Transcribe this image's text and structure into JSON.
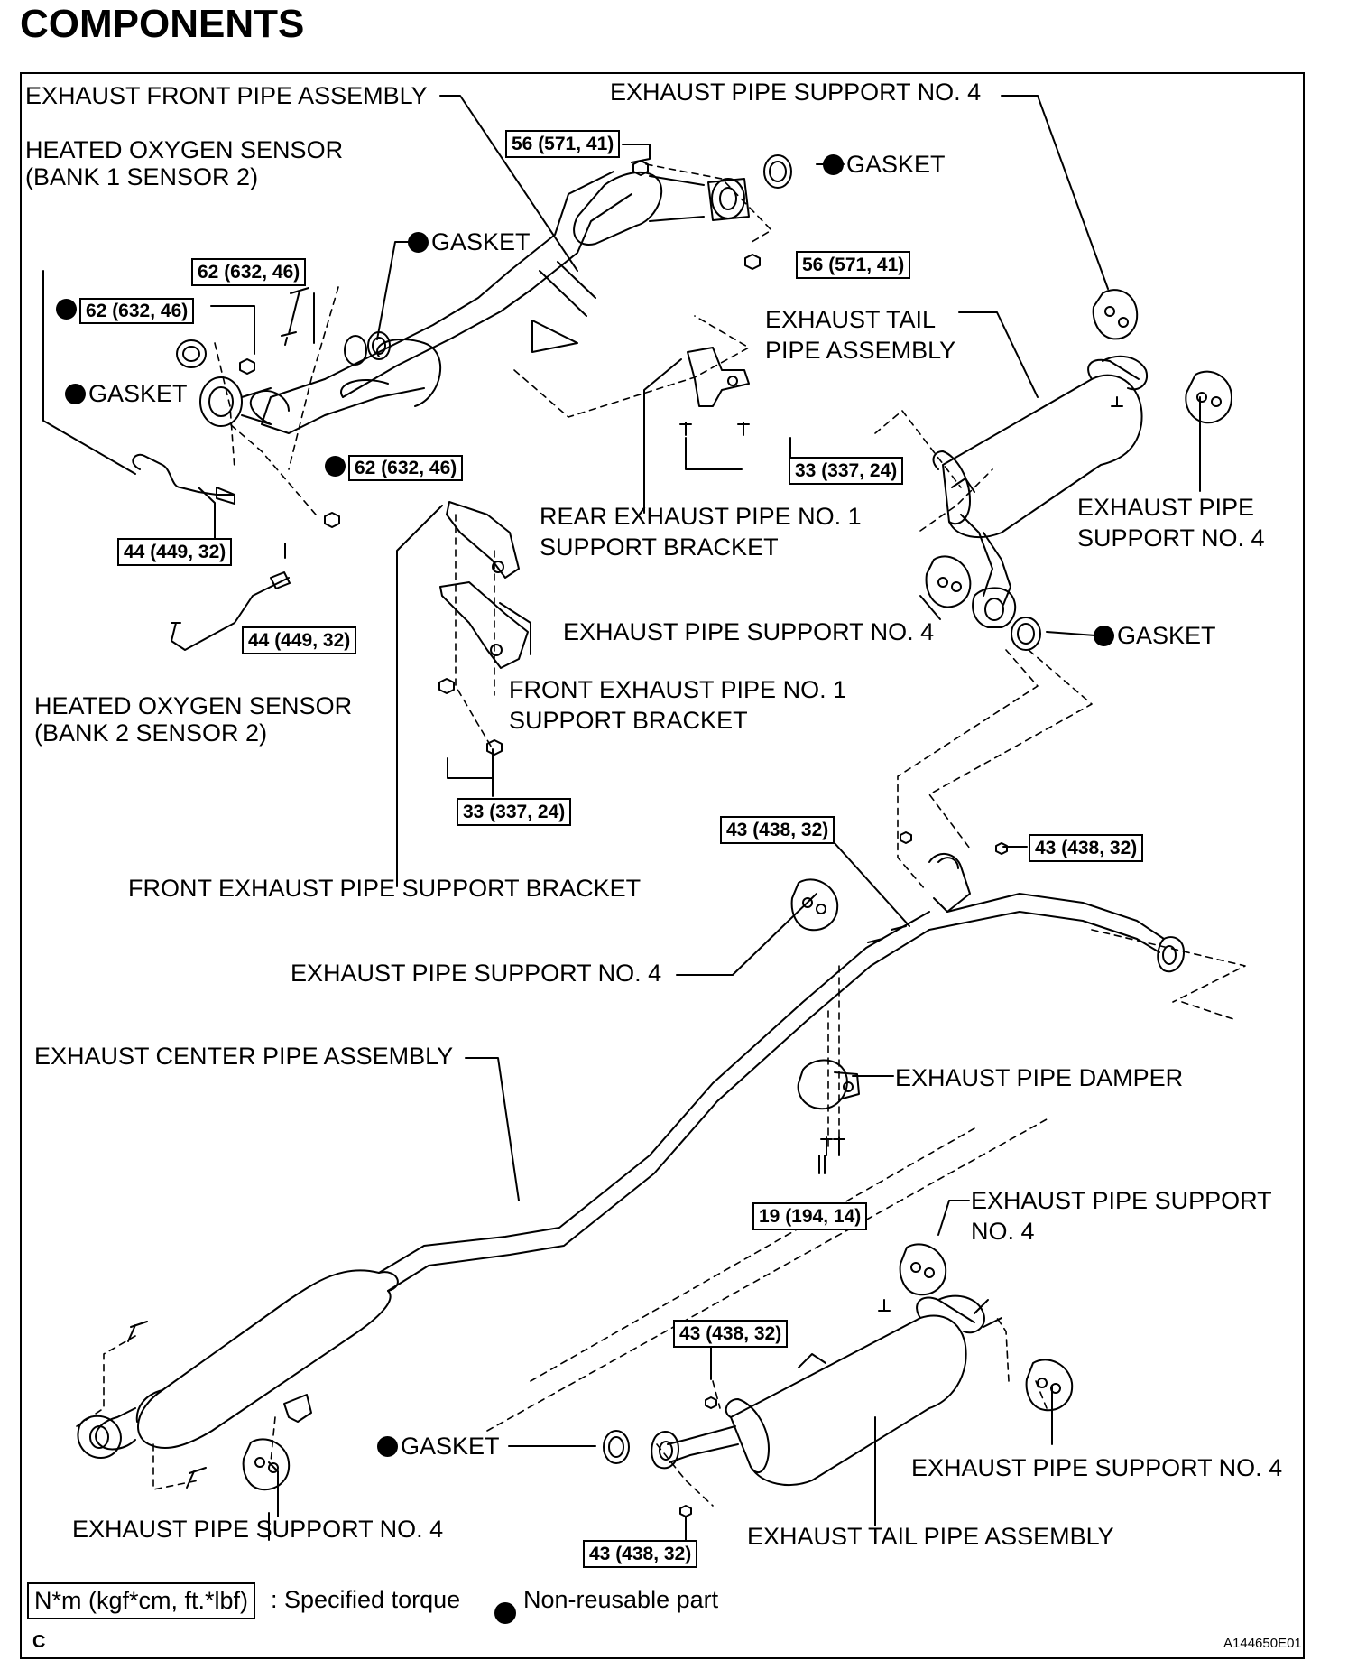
{
  "title": "COMPONENTS",
  "labels": {
    "front_pipe": "EXHAUST FRONT PIPE ASSEMBLY",
    "support4_top": "EXHAUST PIPE SUPPORT NO. 4",
    "ho2s_b1_l1": "HEATED OXYGEN SENSOR",
    "ho2s_b1_l2": "(BANK 1 SENSOR 2)",
    "gasket": "GASKET",
    "tail_pipe_top_l1": "EXHAUST TAIL",
    "tail_pipe_top_l2": "PIPE ASSEMBLY",
    "support4_right_l1": "EXHAUST PIPE",
    "support4_right_l2": "SUPPORT NO. 4",
    "rear_bracket_l1": "REAR EXHAUST PIPE NO. 1",
    "rear_bracket_l2": "SUPPORT BRACKET",
    "support4_mid": "EXHAUST PIPE SUPPORT NO. 4",
    "front_bracket1_l1": "FRONT EXHAUST PIPE NO. 1",
    "front_bracket1_l2": "SUPPORT BRACKET",
    "ho2s_b2_l1": "HEATED OXYGEN SENSOR",
    "ho2s_b2_l2": "(BANK 2 SENSOR 2)",
    "front_bracket": "FRONT EXHAUST PIPE SUPPORT BRACKET",
    "support4_center": "EXHAUST PIPE SUPPORT NO. 4",
    "center_pipe": "EXHAUST CENTER PIPE ASSEMBLY",
    "damper": "EXHAUST PIPE DAMPER",
    "support4_lower_l1": "EXHAUST PIPE SUPPORT",
    "support4_lower_l2": "NO. 4",
    "support4_bottom_right": "EXHAUST PIPE SUPPORT NO. 4",
    "support4_bottom_left": "EXHAUST PIPE SUPPORT NO. 4",
    "tail_pipe_bottom": "EXHAUST TAIL PIPE ASSEMBLY"
  },
  "torques": {
    "t56": "56 (571, 41)",
    "t62": "62 (632, 46)",
    "t44": "44 (449, 32)",
    "t33": "33 (337, 24)",
    "t43": "43 (438, 32)",
    "t19": "19 (194, 14)"
  },
  "legend": {
    "box": "N*m (kgf*cm, ft.*lbf)",
    "torque_text": ": Specified torque",
    "nonreusable_text": "Non-reusable part"
  },
  "corner_letter": "C",
  "figure_id": "A144650E01"
}
